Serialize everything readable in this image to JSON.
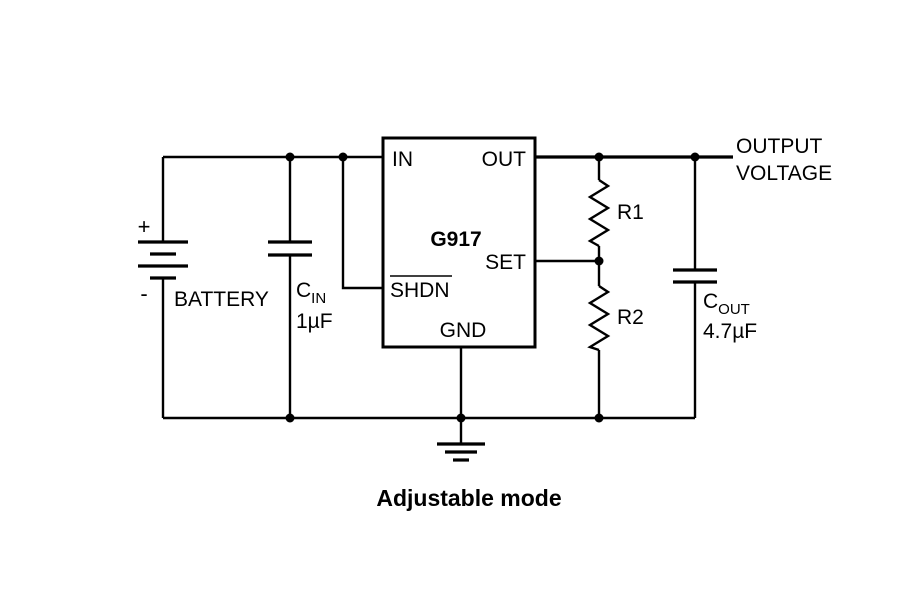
{
  "chip": {
    "name": "G917",
    "pins": {
      "in": "IN",
      "out": "OUT",
      "set": "SET",
      "shdn": "SHDN",
      "gnd": "GND"
    }
  },
  "battery": {
    "label": "BATTERY",
    "plus": "+",
    "minus": "-"
  },
  "cin": {
    "letter": "C",
    "subscript": "IN",
    "value": "1µF"
  },
  "cout": {
    "letter": "C",
    "subscript": "OUT",
    "value": "4.7µF"
  },
  "r1": {
    "label": "R1"
  },
  "r2": {
    "label": "R2"
  },
  "output": {
    "line1": "OUTPUT",
    "line2": "VOLTAGE"
  },
  "caption": "Adjustable mode"
}
